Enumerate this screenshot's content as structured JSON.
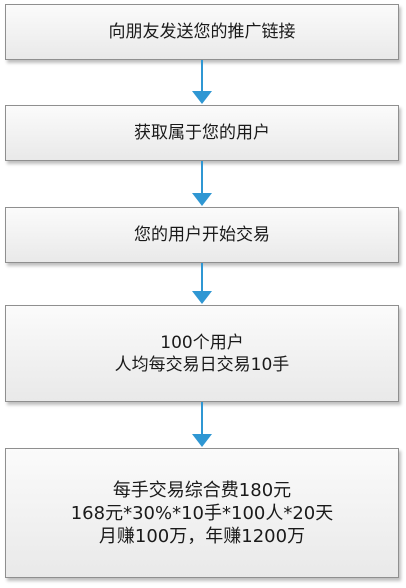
{
  "flowchart": {
    "steps": [
      {
        "lines": [
          "向朋友发送您的推广链接"
        ]
      },
      {
        "lines": [
          "获取属于您的用户"
        ]
      },
      {
        "lines": [
          "您的用户开始交易"
        ]
      },
      {
        "lines": [
          "100个用户",
          "人均每交易日交易10手"
        ]
      },
      {
        "lines": [
          "每手交易综合费180元",
          "168元*30%*10手*100人*20天",
          "月赚100万，年赚1200万"
        ]
      }
    ],
    "colors": {
      "arrow": "#2f97d3",
      "box_border": "#8f8f8f",
      "box_fill_top": "#fbfbfb",
      "box_fill_bottom": "#e9e9e9"
    }
  }
}
